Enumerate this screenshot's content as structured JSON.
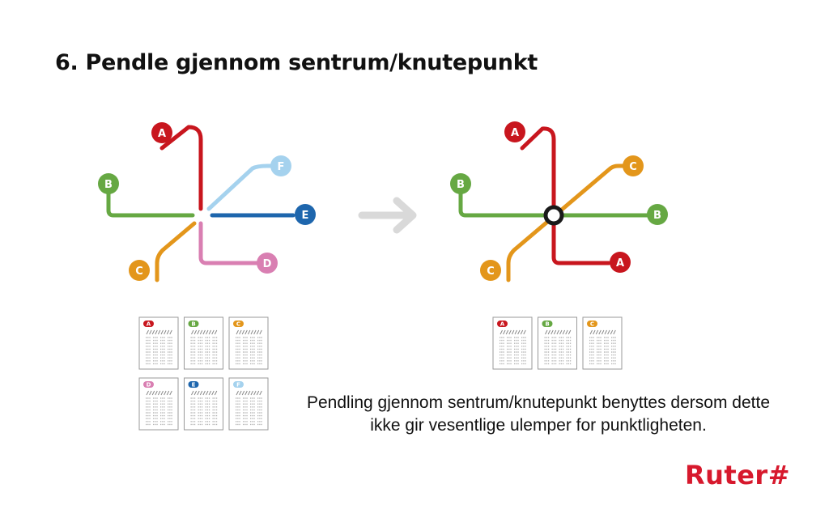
{
  "title": "6. Pendle gjennom sentrum/knutepunkt",
  "caption": "Pendling gjennom sentrum/knutepunkt benyttes dersom dette ikke gir vesentlige ulemper for punktligheten.",
  "logo": "Ruter#",
  "colors": {
    "A": "#c8161e",
    "B": "#66a843",
    "C": "#e3961b",
    "D": "#d97fb2",
    "E": "#1e66ad",
    "F": "#a5d2ee",
    "arrow": "#d9d9d9",
    "logo": "#d7192d"
  },
  "left_diagram": {
    "line_labels": [
      "A",
      "F",
      "B",
      "E",
      "C",
      "D"
    ],
    "timetables": [
      "A",
      "B",
      "C",
      "D",
      "E",
      "F"
    ]
  },
  "right_diagram": {
    "line_labels": [
      "A",
      "C",
      "B",
      "B",
      "C",
      "A"
    ],
    "timetables": [
      "A",
      "B",
      "C"
    ]
  }
}
